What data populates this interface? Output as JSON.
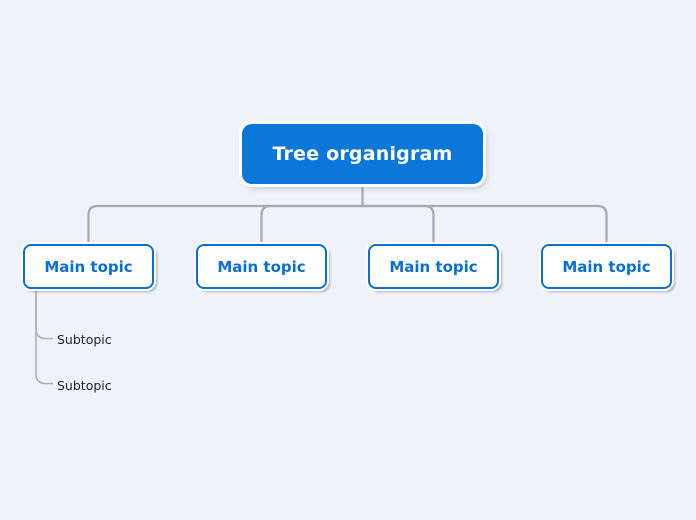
{
  "diagram": {
    "root": {
      "label": "Tree organigram"
    },
    "main_topics": [
      {
        "label": "Main topic"
      },
      {
        "label": "Main topic"
      },
      {
        "label": "Main topic"
      },
      {
        "label": "Main topic"
      }
    ],
    "subtopics": [
      {
        "label": "Subtopic"
      },
      {
        "label": "Subtopic"
      }
    ]
  },
  "colors": {
    "background": "#eff2f9",
    "root_fill": "#0b77d8",
    "root_text": "#ffffff",
    "topic_border": "#0d6ed1",
    "topic_text": "#0d6ed1",
    "topic_fill": "#ffffff",
    "connector": "#a8aaae",
    "subtopic_connector": "#aeb1b6",
    "subtopic_text": "#222426"
  }
}
